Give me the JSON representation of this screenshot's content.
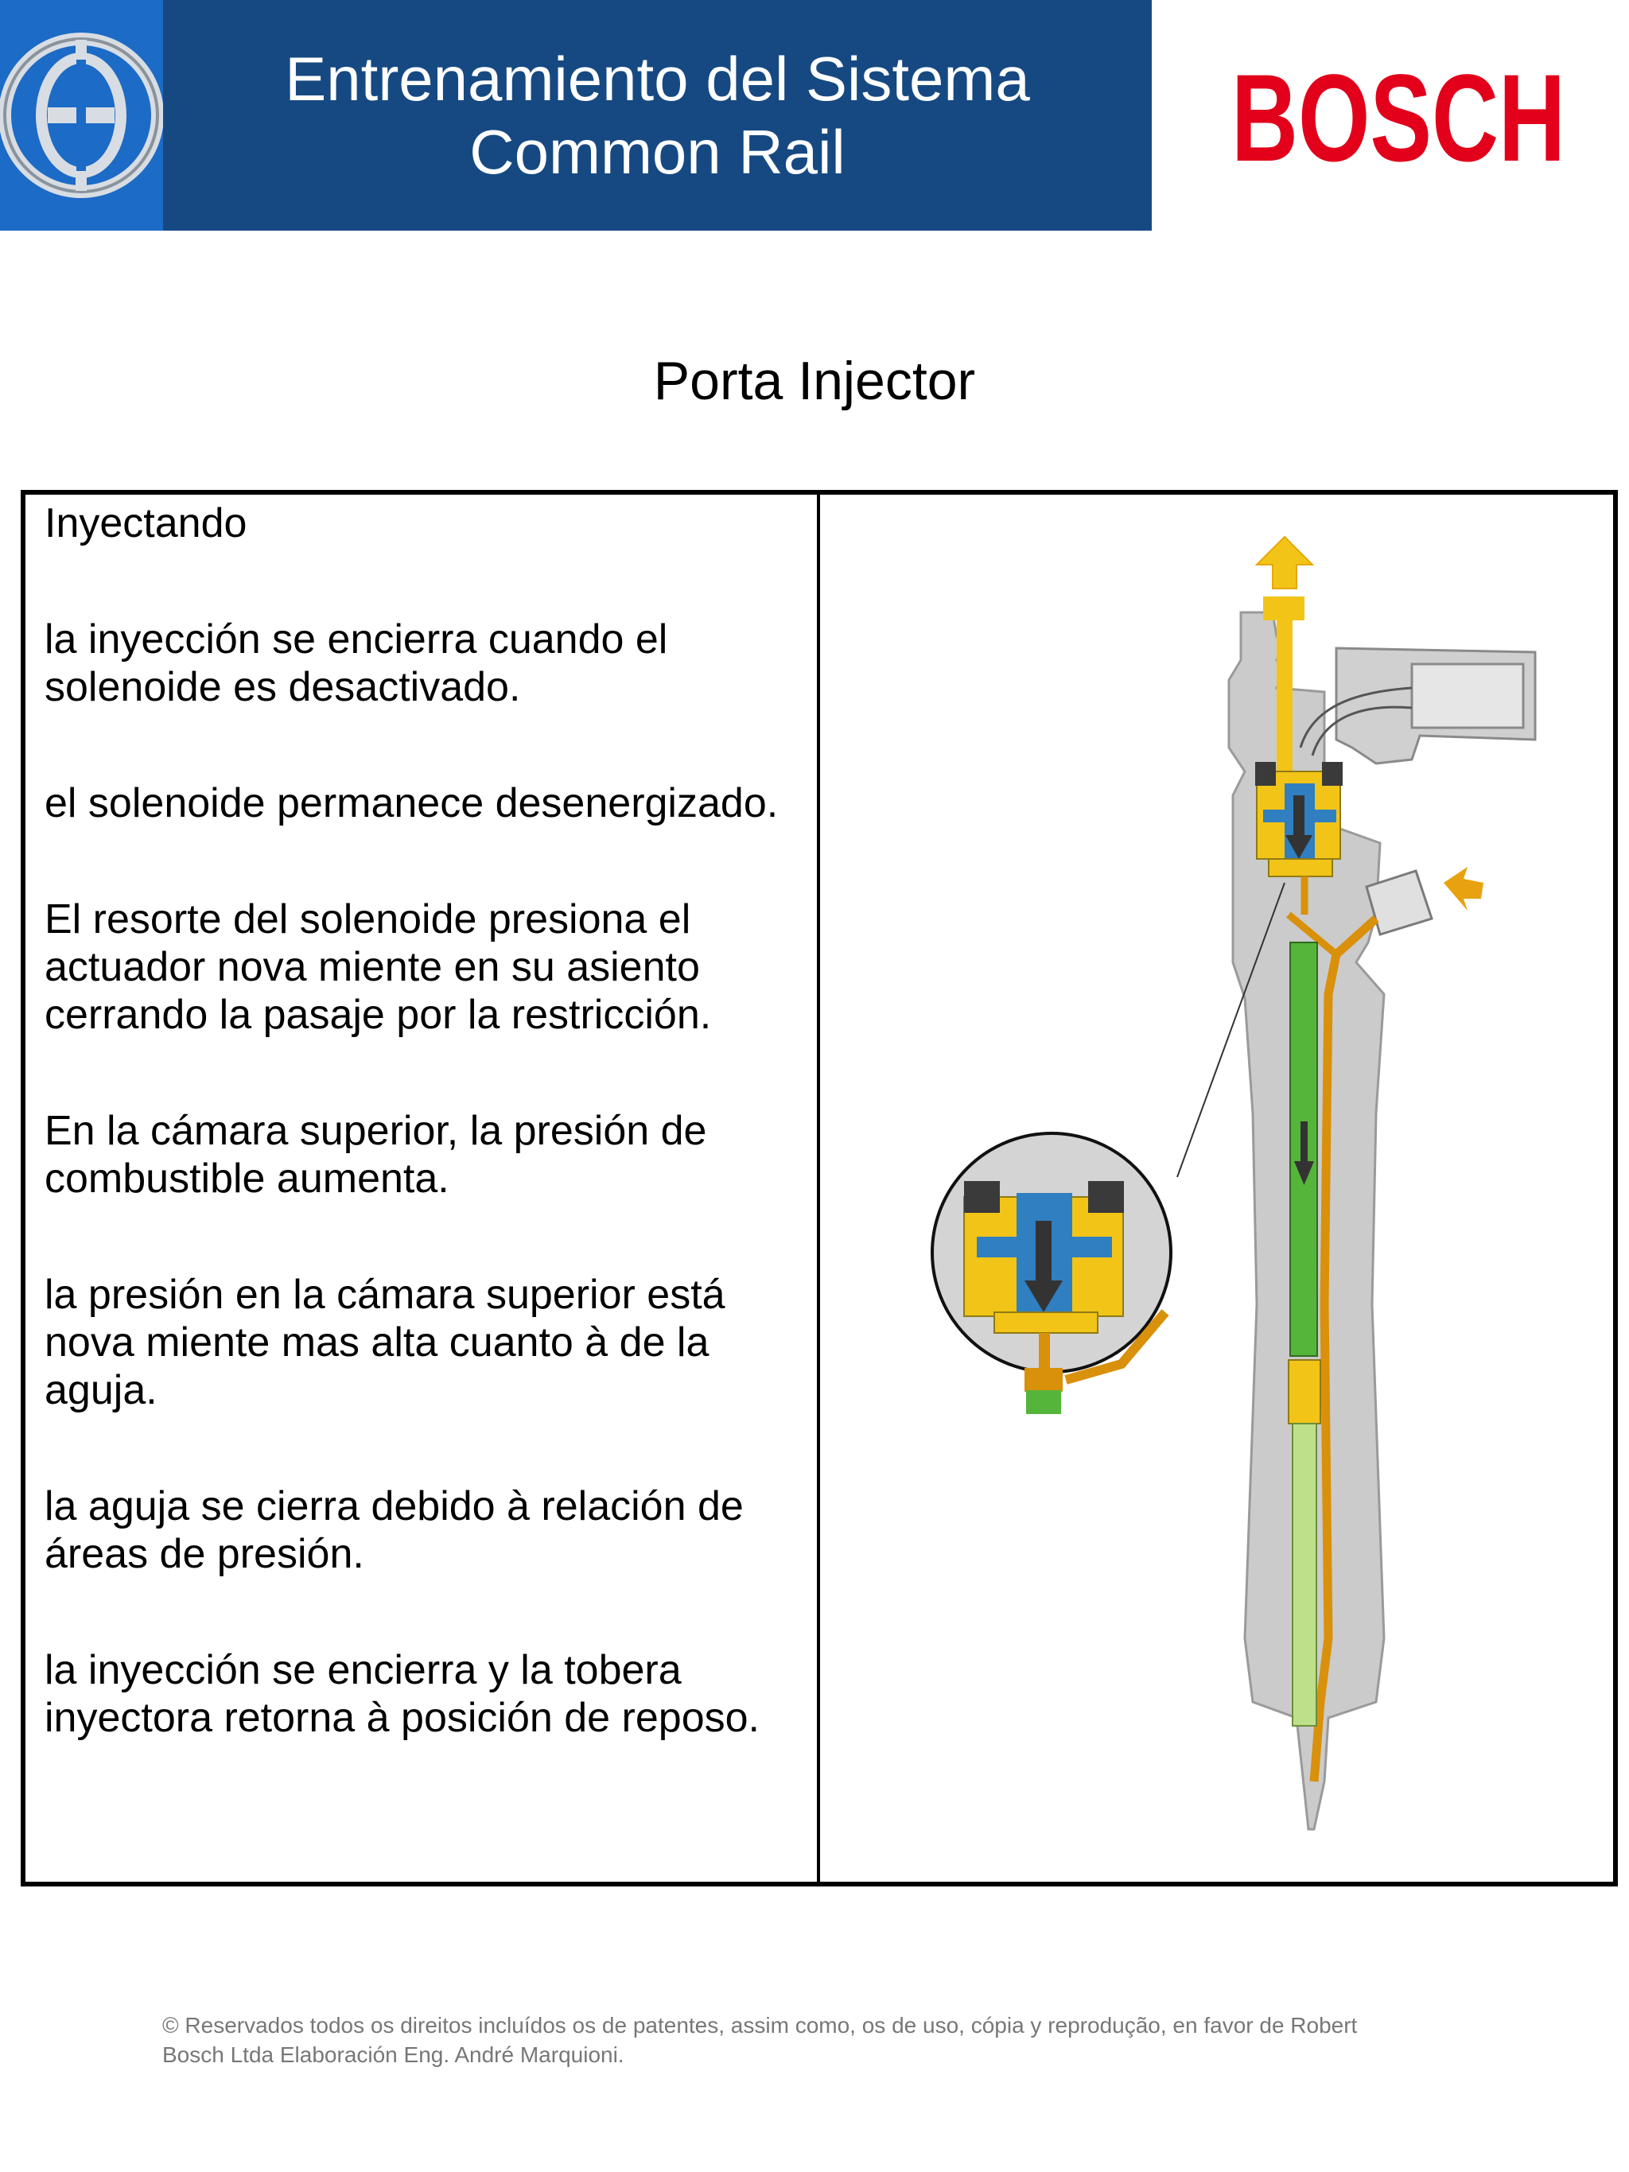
{
  "header": {
    "title_line1": "Entrenamiento del Sistema",
    "title_line2": "Common Rail",
    "brand": "BOSCH",
    "colors": {
      "band": "#164982",
      "logo_bg": "#1c6bc6",
      "brand_red": "#e2001a"
    },
    "icons": [
      "bosch-armature-logo"
    ]
  },
  "section": {
    "title": "Porta Injector"
  },
  "content": {
    "heading": "Inyectando",
    "paragraphs": [
      "la inyección se encierra cuando el solenoide es desactivado.",
      "el solenoide permanece desenergizado.",
      "El resorte del solenoide presiona el actuador nova miente en su asiento cerrando la pasaje por la restricción.",
      "En la cámara superior, la presión de combustible aumenta.",
      "la presión en la cámara superior está nova miente mas alta cuanto à de la aguja.",
      "la aguja se cierra debido à relación de áreas de presión.",
      "la inyección se encierra y la tobera inyectora retorna à posición de reposo."
    ]
  },
  "diagram": {
    "colors": {
      "body": "#c9c9c9",
      "return": "#f2c417",
      "high_pressure": "#d9900a",
      "needle": "#55b53a",
      "armature": "#2f7fc1"
    },
    "icons": [
      "fuel-return-arrow",
      "fuel-inlet-arrow",
      "needle-down-arrow",
      "armature-down-arrow"
    ]
  },
  "footer": {
    "line1": "© Reservados todos os direitos incluídos os de patentes, assim como, os de uso, cópia y reprodução, en favor de Robert",
    "line2": "Bosch Ltda Elaboración Eng. André Marquioni."
  }
}
